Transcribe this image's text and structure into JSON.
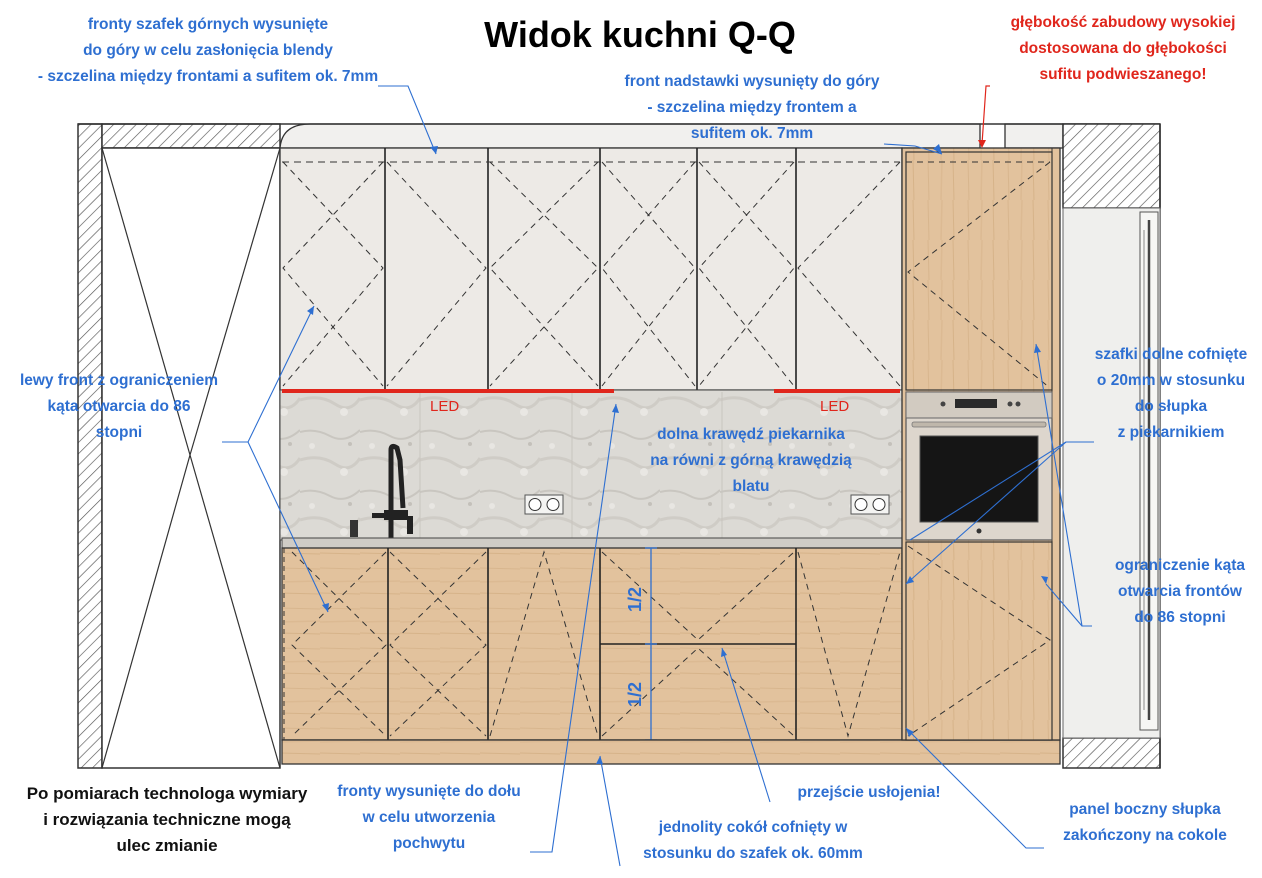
{
  "title": "Widok kuchni Q-Q",
  "notes": {
    "upper_fronts": "fronty szafek górnych wysunięte\ndo góry w celu zasłonięcia blendy\n- szczelina między frontami a sufitem ok. 7mm",
    "depth_warning": "głębokość zabudowy wysokiej\ndostosowana do głębokości\nsufitu podwieszanego!",
    "top_front": "front nadstawki wysunięty do góry\n- szczelina między frontem a\nsufitem ok. 7mm",
    "left_front": "lewy front z ograniczeniem\nkąta otwarcia do 86\nstopni",
    "lower_recessed": "szafki dolne cofnięte\no 20mm w stosunku\ndo słupka\nz piekarnikiem",
    "oven_edge": "dolna krawędź piekarnika\nna równi z górną krawędzią\nblatu",
    "limit_angle": "ograniczenie kąta\notwarcia frontów\ndo 86 stopni",
    "technologist": "Po pomiarach technologa wymiary\ni rozwiązania techniczne mogą\nulec zmianie",
    "fronts_down": "fronty wysunięte do dołu\nw celu utworzenia\npochwytu",
    "plinth": "jednolity cokół cofnięty w\nstosunku do szafek ok. 60mm",
    "grain": "przejście usłojenia!",
    "side_panel": "panel boczny słupka\nzakończony na cokole"
  },
  "labels": {
    "led_left": "LED",
    "led_right": "LED",
    "half_top": "1/2",
    "half_bottom": "1/2"
  },
  "colors": {
    "note_blue": "#2e6fd1",
    "warning_red": "#e0261c",
    "wood": "#e2c29d",
    "upper_cabinet": "#edeae6",
    "backsplash": "#dcdad5",
    "oven_steel": "#ddd6cd",
    "wall_hatch": "#555555"
  },
  "icons": [
    "faucet-icon",
    "socket-icon",
    "oven-icon",
    "fridge-icon"
  ]
}
